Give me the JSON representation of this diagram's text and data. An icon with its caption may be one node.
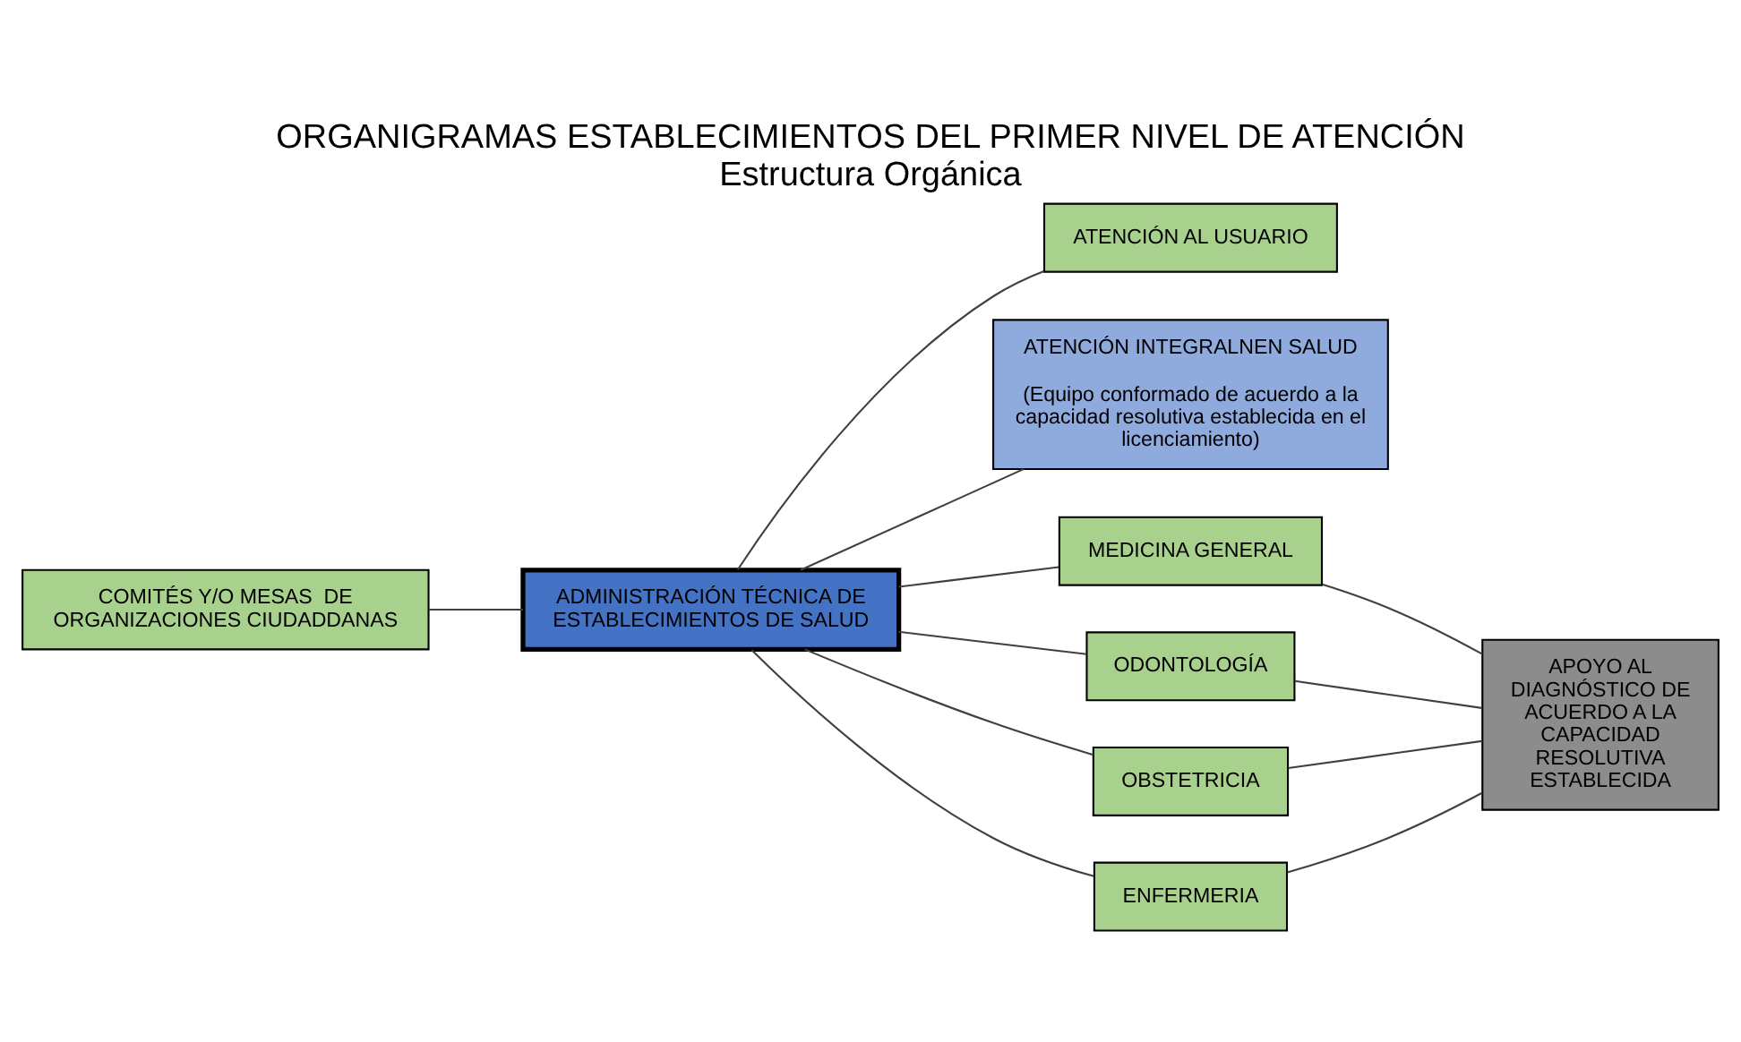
{
  "diagram": {
    "title": "ORGANIGRAMAS ESTABLECIMIENTOS DEL PRIMER NIVEL DE ATENCIÓN",
    "caption": "Estructura Orgánica",
    "nodes": [
      {
        "text": [
          "COMITÉS Y/O MESAS  DE ORGANIZACIONES CIUDADDANAS"
        ]
      },
      {
        "text": [
          "ADMINISTRACIÓN TÉCNICA DE ESTABLECIMIENTOS DE SALUD"
        ]
      },
      {
        "text": [
          "ATENCIÓN AL USUARIO"
        ]
      },
      {
        "text": [
          "ATENCIÓN INTEGRALNEN SALUD",
          "(Equipo conformado de acuerdo a la capacidad resolutiva establecida en el licenciamiento)"
        ]
      },
      {
        "text": [
          "MEDICINA GENERAL"
        ]
      },
      {
        "text": [
          "ODONTOLOGÍA"
        ]
      },
      {
        "text": [
          "OBSTETRICIA"
        ]
      },
      {
        "text": [
          "ENFERMERIA"
        ]
      },
      {
        "text": [
          "APOYO AL DIAGNÓSTICO DE ACUERDO A LA CAPACIDAD RESOLUTIVA ESTABLECIDA"
        ]
      }
    ],
    "edges": [
      {
        "from": 0,
        "to": 1,
        "arrow": "none"
      },
      {
        "from": 1,
        "to": 2,
        "arrow": "none"
      },
      {
        "from": 1,
        "to": 3,
        "arrow": "none"
      },
      {
        "from": 1,
        "to": 4,
        "arrow": "none"
      },
      {
        "from": 1,
        "to": 5,
        "arrow": "none"
      },
      {
        "from": 1,
        "to": 6,
        "arrow": "none"
      },
      {
        "from": 1,
        "to": 7,
        "arrow": "none"
      },
      {
        "from": 4,
        "to": 8,
        "arrow": "none"
      },
      {
        "from": 5,
        "to": 8,
        "arrow": "none"
      },
      {
        "from": 6,
        "to": 8,
        "arrow": "none"
      },
      {
        "from": 7,
        "to": 8,
        "arrow": "none"
      }
    ]
  }
}
